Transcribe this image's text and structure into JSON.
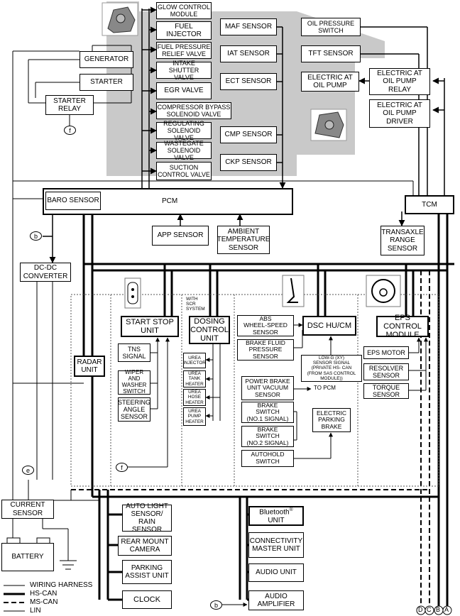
{
  "engine_area": {
    "glow_control_module": "GLOW CONTROL\nMODULE",
    "fuel_injector": "FUEL\nINJECTOR",
    "fuel_pressure_relief_valve": "FUEL PRESSURE\nRELIEF VALVE",
    "intake_shutter_valve": "INTAKE SHUTTER\nVALVE",
    "egr_valve": "EGR VALVE",
    "compressor_bypass_solenoid_valve": "COMPRESSOR BYPASS\nSOLENOID VALVE",
    "regulating_solenoid_valve": "REGULATING\nSOLENOID VALVE",
    "wastegate_solenoid_valve": "WASTEGATE\nSOLENOID VALVE",
    "suction_control_valve": "SUCTION\nCONTROL VALVE",
    "maf_sensor": "MAF SENSOR",
    "iat_sensor": "IAT SENSOR",
    "ect_sensor": "ECT SENSOR",
    "cmp_sensor": "CMP SENSOR",
    "ckp_sensor": "CKP SENSOR",
    "generator": "GENERATOR",
    "starter": "STARTER",
    "starter_relay": "STARTER\nRELAY"
  },
  "transmission_area": {
    "oil_pressure_switch": "OIL PRESSURE\nSWITCH",
    "tft_sensor": "TFT SENSOR",
    "electric_at_oil_pump": "ELECTRIC AT\nOIL PUMP",
    "electric_at_oil_pump_relay": "ELECTRIC AT\nOIL PUMP\nRELAY",
    "electric_at_oil_pump_driver": "ELECTRIC AT\nOIL PUMP\nDRIVER"
  },
  "pcm_row": {
    "baro_sensor": "BARO SENSOR",
    "pcm": "PCM",
    "tcm": "TCM",
    "app_sensor": "APP SENSOR",
    "ambient_temperature_sensor": "AMBIENT\nTEMPERATURE\nSENSOR",
    "transaxle_range_sensor": "TRANSAXLE\nRANGE\nSENSOR",
    "dc_dc_converter": "DC-DC\nCONVERTER"
  },
  "modules": {
    "radar_unit": "RADAR\nUNIT",
    "start_stop_unit": "START STOP\nUNIT",
    "tns_signal": "TNS\nSIGNAL",
    "wiper_and_washer_switch": "WIPER AND\nWASHER\nSWITCH",
    "steering_angle_sensor": "STEERING\nANGLE\nSENSOR",
    "with_scr_system": "WITH\nSCR\nSYSTEM",
    "dosing_control_unit": "DOSING\nCONTROL\nUNIT",
    "urea_injector": "UREA\nINJECTOR",
    "urea_tank_heater": "UREA\nTANK\nHEATER",
    "urea_hose_heater": "UREA\nHOSE\nHEATER",
    "urea_pump_heater": "UREA\nPUMP\nHEATER",
    "abs_wheel_speed_sensor": "ABS\nWHEEL-SPEED\nSENSOR",
    "brake_fluid_pressure_sensor": "BRAKE FLUID\nPRESSURE\nSENSOR",
    "dsc_hu_cm": "DSC HU/CM",
    "low_g_sensor_signal": "LOW-G (XY)\nSENSOR SIGNAL\n(PRIVATE HS- CAN\n(FROM SAS CONTROL\nMODULE))",
    "power_brake_unit_vacuum_sensor": "POWER BRAKE\nUNIT VACUUM\nSENSOR",
    "to_pcm": "TO PCM",
    "brake_switch_1": "BRAKE\nSWITCH\n(NO.1 SIGNAL)",
    "brake_switch_2": "BRAKE\nSWITCH\n(NO.2 SIGNAL)",
    "autohold_switch": "AUTOHOLD\nSWITCH",
    "electric_parking_brake": "ELECTRIC\nPARKING\nBRAKE",
    "eps_control_module": "EPS CONTROL\nMODULE",
    "eps_motor": "EPS MOTOR",
    "resolver_sensor": "RESOLVER\nSENSOR",
    "torque_sensor": "TORQUE\nSENSOR"
  },
  "body_area": {
    "current_sensor": "CURRENT\nSENSOR",
    "battery": "BATTERY",
    "auto_light_rain_sensor": "AUTO LIGHT\nSENSOR/\nRAIN SENSOR",
    "rear_mount_camera": "REAR MOUNT\nCAMERA",
    "parking_assist_unit": "PARKING\nASSIST UNIT",
    "clock": "CLOCK",
    "bluetooth_unit_name": "Bluetooth",
    "bluetooth_unit_suffix": "UNIT",
    "connectivity_master_unit": "CONNECTIVITY\nMASTER UNIT",
    "audio_unit": "AUDIO UNIT",
    "audio_amplifier": "AUDIO\nAMPLIFIER"
  },
  "connector_labels": {
    "f_top": "f",
    "b_left": "b",
    "f_bottom": "f",
    "e": "e",
    "b_bottom": "b",
    "d": "D",
    "c": "C",
    "b_right": "B",
    "a": "A"
  },
  "legend": {
    "wiring_harness": "WIRING HARNESS",
    "hs_can": "HS-CAN",
    "ms_can": "MS-CAN",
    "lin": "LIN"
  },
  "colors": {
    "engine_zone": "#c9c9c9",
    "line": "#000000",
    "wire": "#555555"
  }
}
